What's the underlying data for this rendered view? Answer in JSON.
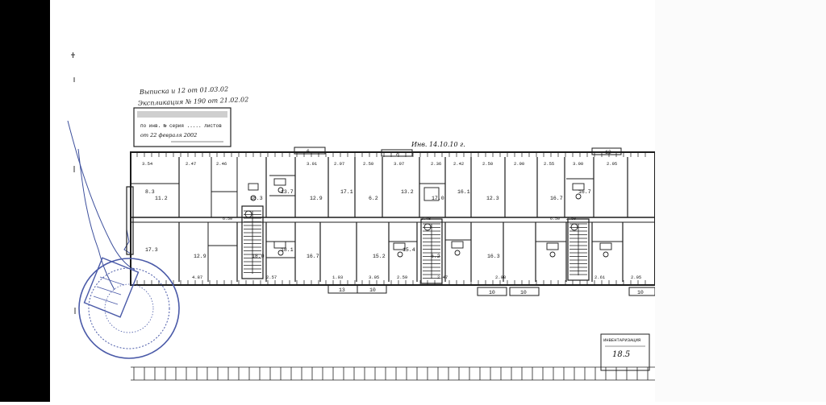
{
  "header": {
    "line1": "Выписка и 12 от 01.03.02",
    "line2": "Экспликация № 190 от 21.02.02",
    "stamp_line1": "по инв. № серия ..... листов",
    "stamp_line2": "от 22 февраля 2002",
    "inv_note": "Инв. 14.10.10 г."
  },
  "plan": {
    "top_row_rooms": [
      "8.3",
      "11.2",
      "",
      "18.3",
      "13.7",
      "12.9",
      "17.1",
      "6.2",
      "13.2",
      "17.0",
      "16.1",
      "12.3",
      "",
      "16.7",
      "16.7"
    ],
    "bottom_row_rooms": [
      "17.3",
      "12.9",
      "",
      "18.0",
      "18.1",
      "16.7",
      "",
      "15.2",
      "15.4",
      "6.2",
      "",
      "16.3"
    ],
    "top_dims": [
      "3.54",
      "2.47",
      "2.46",
      "3.01",
      "2.97",
      "2.50",
      "3.07",
      "2.36",
      "2.42",
      "2.50",
      "2.90",
      "2.55",
      "3.00",
      "2.95"
    ],
    "bottom_dims": [
      "4.87",
      "2.57",
      "1.03",
      "3.05",
      "2.59",
      "2.47",
      "2.98",
      "2.61",
      "2.05"
    ],
    "mid_dims": [
      "6.50",
      "6.50",
      "2.48",
      "2.50"
    ],
    "top_markers": [
      "6",
      "7",
      "12"
    ],
    "bottom_markers": [
      "13",
      "10",
      "10",
      "10",
      "10"
    ]
  },
  "footer": {
    "stamp_title": "ИНВЕНТАРИЗАЦИЯ",
    "stamp_value": "18.5"
  }
}
